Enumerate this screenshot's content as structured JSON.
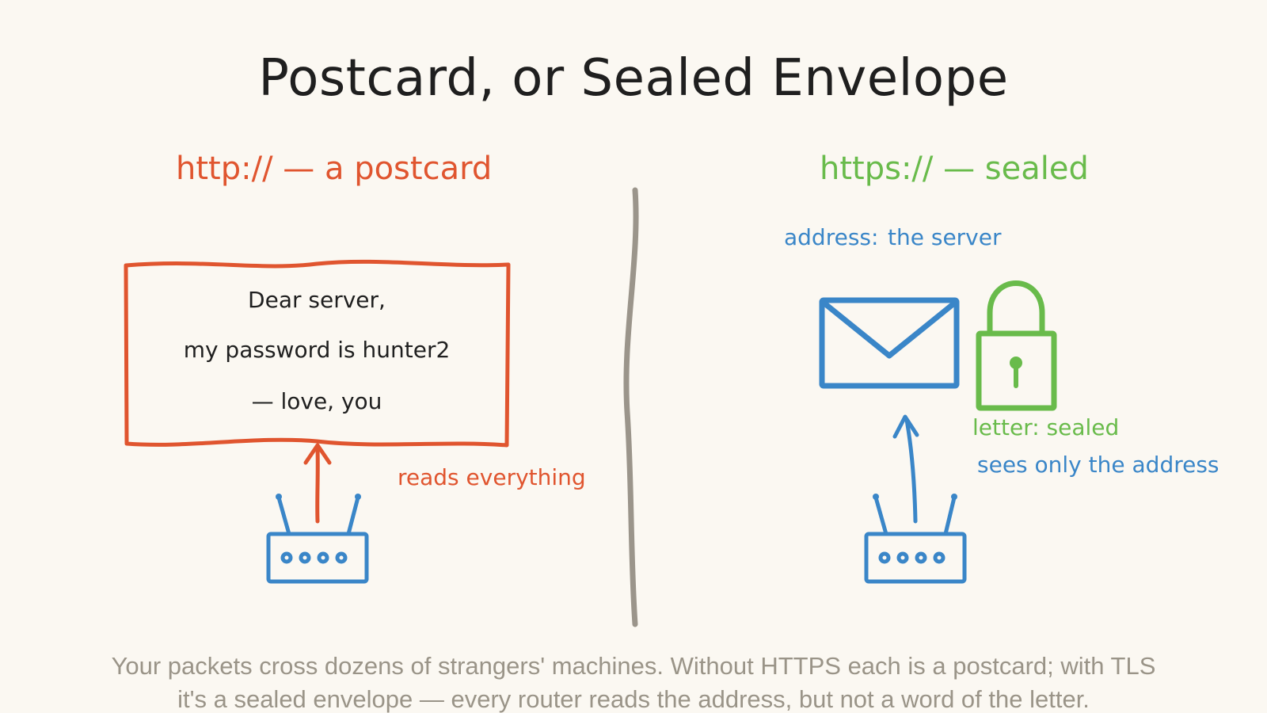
{
  "title": "Postcard, or Sealed Envelope",
  "left": {
    "heading": "http:// — a postcard",
    "postcard_lines": [
      "Dear server,",
      "my password is hunter2",
      "— love, you"
    ],
    "router_note": "reads everything"
  },
  "right": {
    "heading": "https:// — sealed",
    "address_label": "address:",
    "address_value": "the server",
    "letter_note": "letter: sealed",
    "router_note": "sees only the address"
  },
  "caption": {
    "line1": "Your packets cross dozens of strangers' machines. Without HTTPS each is a postcard; with TLS",
    "line2": "it's a sealed envelope — every router reads the address, but not a word of the letter."
  },
  "colors": {
    "red": "#e0552f",
    "blue": "#3a86c8",
    "green": "#69bb4b",
    "divider": "#9b958b",
    "text": "#1f1f1f",
    "caption": "#9a9488",
    "background": "#fbf8f2"
  }
}
